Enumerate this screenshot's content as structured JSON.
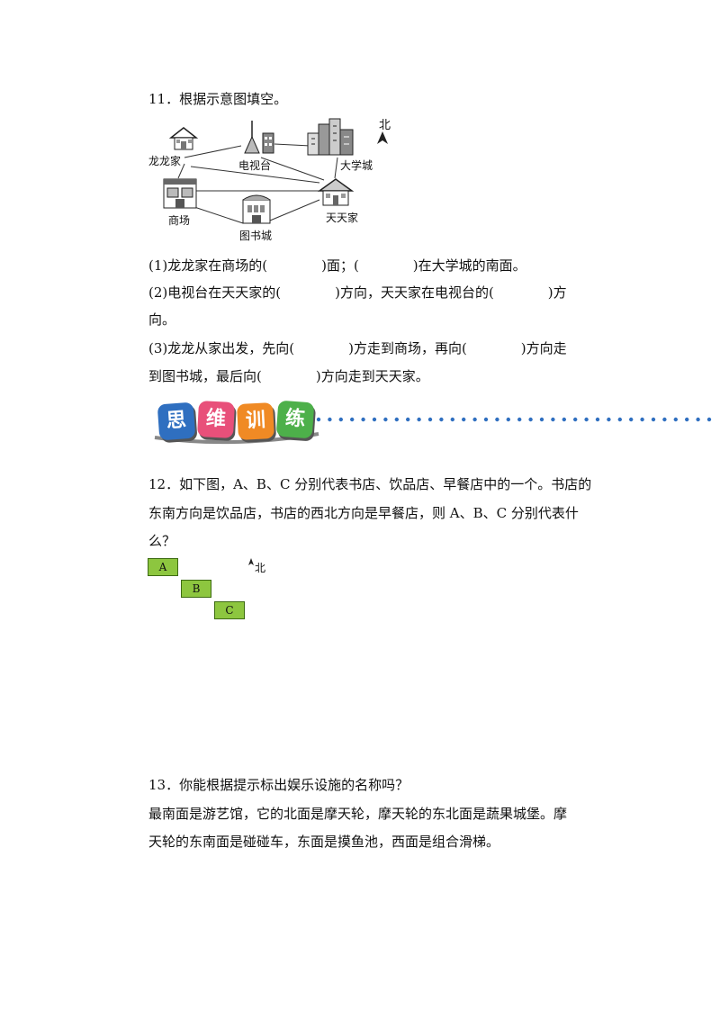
{
  "q11": {
    "heading": "11．根据示意图填空。",
    "map": {
      "north": "北",
      "places": {
        "longlong_home": "龙龙家",
        "tv_station": "电视台",
        "university_town": "大学城",
        "mall": "商场",
        "library": "图书城",
        "tiantian_home": "天天家"
      }
    },
    "lines": [
      "(1)龙龙家在商场的(　　　　)面；(　　　　)在大学城的南面。",
      "(2)电视台在天天家的(　　　　)方向，天天家在电视台的(　　　　)方",
      "向。",
      "(3)龙龙从家出发，先向(　　　　)方走到商场，再向(　　　　)方向走",
      "到图书城，最后向(　　　　)方向走到天天家。"
    ]
  },
  "banner": {
    "chars": [
      "思",
      "维",
      "训",
      "练"
    ],
    "colors": [
      "#2f6fc0",
      "#e8507a",
      "#f08a24",
      "#4db04a"
    ],
    "dot_color": "#2f6fc0"
  },
  "q12": {
    "lines": [
      "12．如下图，A、B、C 分别代表书店、饮品店、早餐店中的一个。书店的",
      "东南方向是饮品店，书店的西北方向是早餐店，则 A、B、C 分别代表什",
      "么？"
    ],
    "north": "北",
    "boxes": [
      "A",
      "B",
      "C"
    ]
  },
  "q13": {
    "lines": [
      "13．你能根据提示标出娱乐设施的名称吗？",
      "最南面是游艺馆，它的北面是摩天轮，摩天轮的东北面是蔬果城堡。摩",
      "天轮的东南面是碰碰车，东面是摸鱼池，西面是组合滑梯。"
    ]
  }
}
